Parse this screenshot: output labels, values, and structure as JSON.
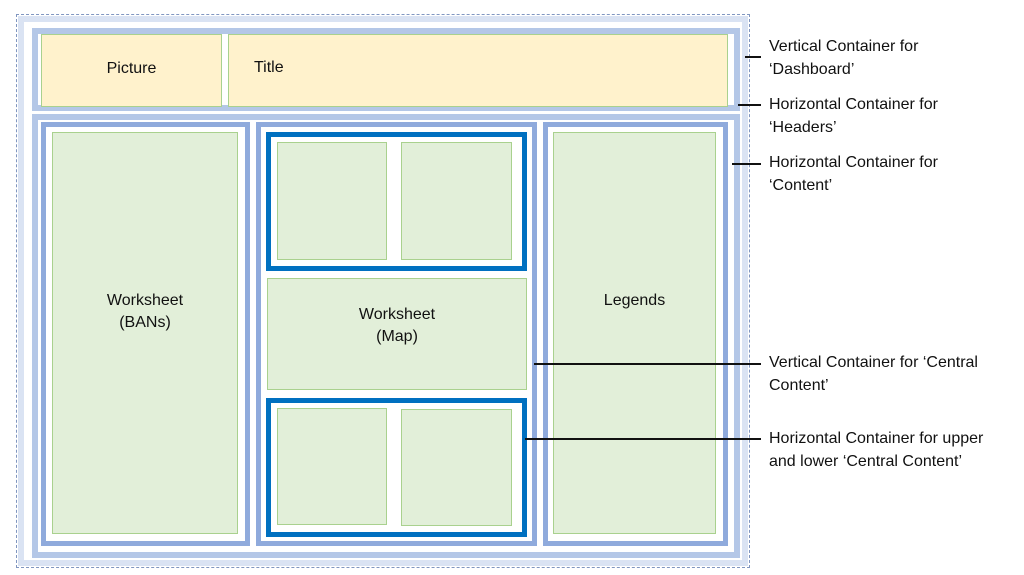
{
  "diagram": {
    "headers": {
      "picture_label": "Picture",
      "title_label": "Title"
    },
    "content": {
      "bans_label": "Worksheet\n(BANs)",
      "map_label": "Worksheet\n(Map)",
      "legends_label": "Legends"
    },
    "annotations": [
      {
        "text": "Vertical Container for\n‘Dashboard’"
      },
      {
        "text": "Horizontal Container for\n‘Headers’"
      },
      {
        "text": "Horizontal Container for\n‘Content’"
      },
      {
        "text": "Vertical Container for ‘Central\nContent’"
      },
      {
        "text": "Horizontal Container for upper\nand lower ‘Central Content’"
      }
    ],
    "colors": {
      "dashboard_container": "#dae3f3",
      "headers_content_container": "#b4c7e7",
      "section_container": "#8faadc",
      "central_row_container": "#0070c0",
      "header_worksheet_fill": "#fff2cc",
      "content_worksheet_fill": "#e2efd9",
      "worksheet_border": "#a9d18e"
    }
  }
}
